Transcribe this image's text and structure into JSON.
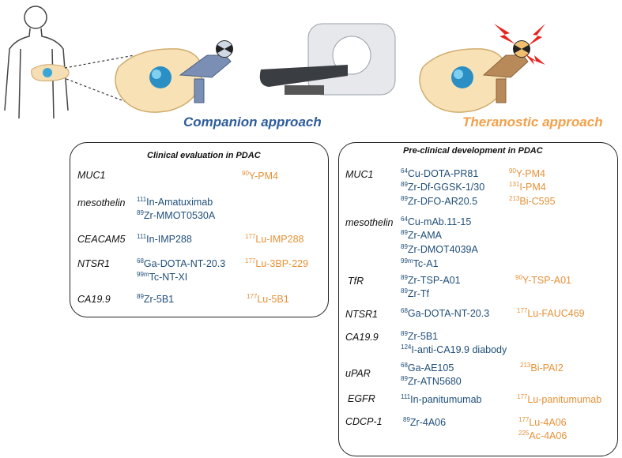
{
  "headings": {
    "companion": "Companion approach",
    "theranostic": "Theranostic approach"
  },
  "colors": {
    "diagnostic": "#1f4e79",
    "therapeutic": "#e69138",
    "companion_heading": "#2e5c9a",
    "theranostic_heading": "#f2a04a"
  },
  "clinical": {
    "title": "Clinical evaluation in PDAC",
    "targets": [
      "MUC1",
      "mesothelin",
      "CEACAM5",
      "NTSR1",
      "CA19.9"
    ],
    "diagnostic": [
      {
        "iso": "111",
        "name": "In-Amatuximab"
      },
      {
        "iso": "89",
        "name": "Zr-MMOT0530A"
      },
      {
        "iso": "111",
        "name": "In-IMP288"
      },
      {
        "iso": "68",
        "name": "Ga-DOTA-NT-20.3"
      },
      {
        "iso": "99m",
        "name": "Tc-NT-XI"
      },
      {
        "iso": "89",
        "name": "Zr-5B1"
      }
    ],
    "therapeutic": [
      {
        "iso": "90",
        "name": "Y-PM4"
      },
      {
        "iso": "177",
        "name": "Lu-IMP288"
      },
      {
        "iso": "177",
        "name": "Lu-3BP-229"
      },
      {
        "iso": "177",
        "name": "Lu-5B1"
      }
    ]
  },
  "preclinical": {
    "title": "Pre-clinical development in PDAC",
    "targets": [
      "MUC1",
      "mesothelin",
      "TfR",
      "NTSR1",
      "CA19.9",
      "uPAR",
      "EGFR",
      "CDCP-1"
    ],
    "diagnostic": [
      {
        "iso": "64",
        "name": "Cu-DOTA-PR81"
      },
      {
        "iso": "89",
        "name": "Zr-Df-GGSK-1/30"
      },
      {
        "iso": "89",
        "name": "Zr-DFO-AR20.5"
      },
      {
        "iso": "64",
        "name": "Cu-mAb.11-15"
      },
      {
        "iso": "89",
        "name": "Zr-AMA"
      },
      {
        "iso": "89",
        "name": "Zr-DMOT4039A"
      },
      {
        "iso": "99m",
        "name": "Tc-A1"
      },
      {
        "iso": "89",
        "name": "Zr-TSP-A01"
      },
      {
        "iso": "89",
        "name": "Zr-Tf"
      },
      {
        "iso": "68",
        "name": "Ga-DOTA-NT-20.3"
      },
      {
        "iso": "89",
        "name": "Zr-5B1"
      },
      {
        "iso": "124",
        "name": "I-anti-CA19.9 diabody"
      },
      {
        "iso": "68",
        "name": "Ga-AE105"
      },
      {
        "iso": "89",
        "name": "Zr-ATN5680"
      },
      {
        "iso": "111",
        "name": "In-panitumumab"
      },
      {
        "iso": "89",
        "name": "Zr-4A06"
      }
    ],
    "therapeutic": [
      {
        "iso": "90",
        "name": "Y-PM4"
      },
      {
        "iso": "131",
        "name": "I-PM4"
      },
      {
        "iso": "213",
        "name": "Bi-C595"
      },
      {
        "iso": "90",
        "name": "Y-TSP-A01"
      },
      {
        "iso": "177",
        "name": "Lu-FAUC469"
      },
      {
        "iso": "213",
        "name": "Bi-PAI2"
      },
      {
        "iso": "177",
        "name": "Lu-panitumumab"
      },
      {
        "iso": "177",
        "name": "Lu-4A06"
      },
      {
        "iso": "225",
        "name": "Ac-4A06"
      }
    ]
  }
}
